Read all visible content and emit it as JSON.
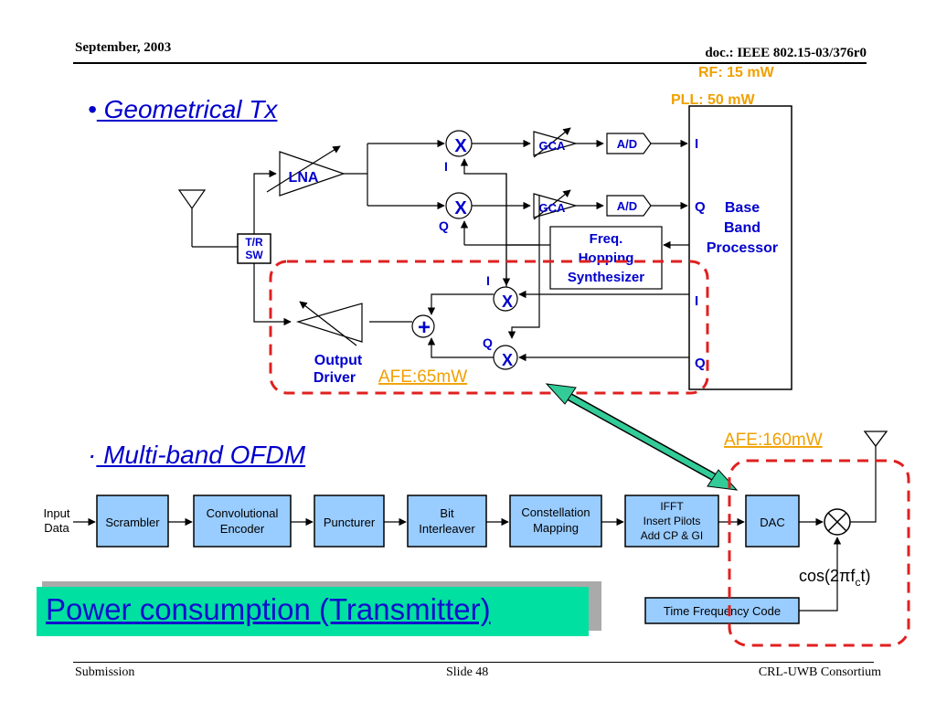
{
  "header": {
    "date": "September, 2003",
    "doc": "doc.: IEEE 802.15-03/376r0"
  },
  "footer": {
    "left": "Submission",
    "center": "Slide 48",
    "right": "CRL-UWB Consortium"
  },
  "power_notes": {
    "rf": "RF: 15 mW",
    "pll": "PLL: 50 mW"
  },
  "bullet1": {
    "mark": "•",
    "text": " Geometrical Tx"
  },
  "bullet2": {
    "mark": "·",
    "text": " Multi-band  OFDM"
  },
  "tx": {
    "lna": "LNA",
    "tr_sw": [
      "T/R",
      "SW"
    ],
    "mixer": "X",
    "i": "I",
    "q": "Q",
    "gca": "GCA",
    "ad": "A/D",
    "synth": [
      "Freq.",
      "Hopping",
      "Synthesizer"
    ],
    "bbp": [
      "Base",
      "Band",
      "Processor"
    ],
    "driver": [
      "Output",
      "Driver"
    ],
    "adder": "+",
    "afe1": "AFE:65mW"
  },
  "ofdm": {
    "input": [
      "Input",
      "Data"
    ],
    "blocks": [
      [
        "Scrambler"
      ],
      [
        "Convolutional",
        "Encoder"
      ],
      [
        "Puncturer"
      ],
      [
        "Bit",
        "Interleaver"
      ],
      [
        "Constellation",
        "Mapping"
      ],
      [
        "IFFT",
        "Insert Pilots",
        "Add CP & GI"
      ],
      [
        "DAC"
      ]
    ],
    "tfc": "Time Frequency Code",
    "cos": "cos(2πf",
    "cos_sub": "c",
    "cos_t": "t)",
    "afe2": "AFE:160mW"
  },
  "title_box": "Power consumption (Transmitter)",
  "colors": {
    "accent_blue": "#0000cc",
    "orange": "#f0a000",
    "red_dash": "#e02020",
    "block_fill": "#99ccff",
    "title_fill": "#00e0a0",
    "arrow_green": "#33cc99"
  }
}
